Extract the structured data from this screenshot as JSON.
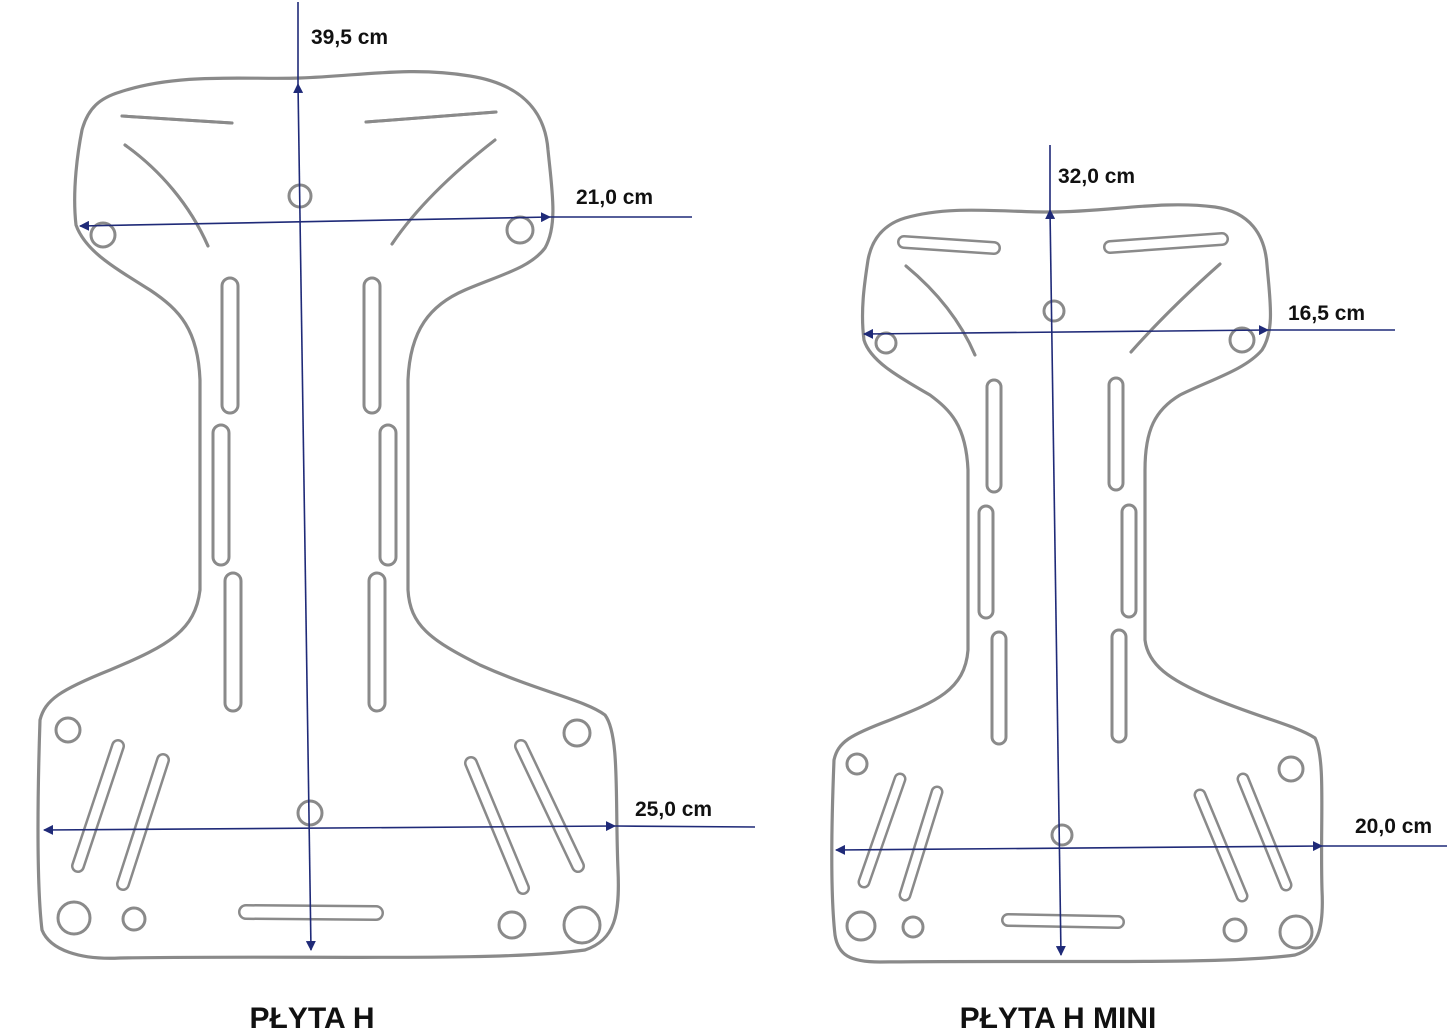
{
  "plates": [
    {
      "name": "PŁYTA H",
      "height_label": "39,5 cm",
      "top_width_label": "21,0 cm",
      "bottom_width_label": "25,0 cm"
    },
    {
      "name": "PŁYTA H MINI",
      "height_label": "32,0 cm",
      "top_width_label": "16,5 cm",
      "bottom_width_label": "20,0 cm"
    }
  ],
  "colors": {
    "outline": "#8a8a8a",
    "dimension_line": "#1f2a78",
    "text": "#111111"
  }
}
